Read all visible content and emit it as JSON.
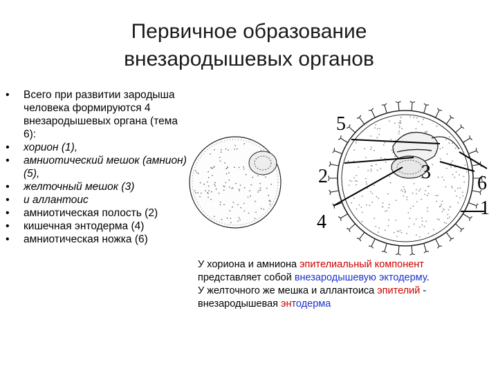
{
  "title": {
    "line1": "Первичное образование",
    "line2": "внезародышевых органов"
  },
  "bullets": [
    {
      "text": "Всего при развитии зародыша человека формируются 4 внезародышевых органа (тема 6):",
      "italic": false
    },
    {
      "text": "хорион (1),",
      "italic": true
    },
    {
      "text": "амниотический мешок (амнион) (5),",
      "italic": true
    },
    {
      "text": "желточный мешок (3)",
      "italic": true
    },
    {
      "text": "и аллантоис",
      "italic": true
    },
    {
      "text": "амниотическая полость (2)",
      "italic": false
    },
    {
      "text": "кишечная энтодерма (4)",
      "italic": false
    },
    {
      "text": "амниотическая ножка (6)",
      "italic": false
    }
  ],
  "figure": {
    "labels": {
      "n5": "5",
      "n2": "2",
      "n3": "3",
      "n4": "4",
      "n6": "6",
      "n1": "1"
    }
  },
  "caption": {
    "l1_a": "У хориона и амниона ",
    "l1_b": "эпителиальный компонент",
    "l2_a": "представляет собой ",
    "l2_b": "внезародышевую ",
    "l2_c": "эктодерму",
    "l2_d": ".",
    "l3_a": "У желточного же мешка и аллантоиса ",
    "l3_b": "эпителий",
    "l3_c": " -",
    "l4_a": "внезародышевая ",
    "l4_b": "эн",
    "l4_c": "тодерма"
  },
  "colors": {
    "accent_red": "#cc0000",
    "accent_blue": "#1a33cc"
  }
}
